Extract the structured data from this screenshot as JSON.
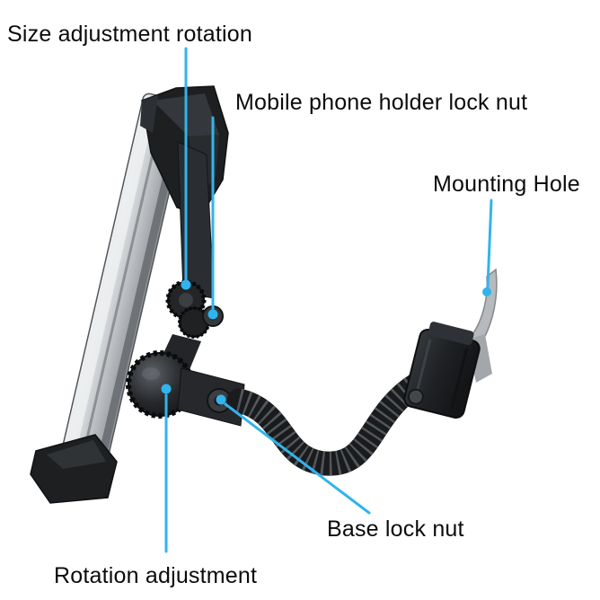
{
  "diagram": {
    "background": "#ffffff",
    "accent_color": "#31b4ee",
    "text_color": "#0b0b0b",
    "labels": {
      "size_adjustment": "Size adjustment rotation",
      "phone_lock_nut": "Mobile phone holder lock nut",
      "mounting_hole": "Mounting Hole",
      "base_lock_nut": "Base lock nut",
      "rotation_adjustment": "Rotation adjustment"
    }
  }
}
